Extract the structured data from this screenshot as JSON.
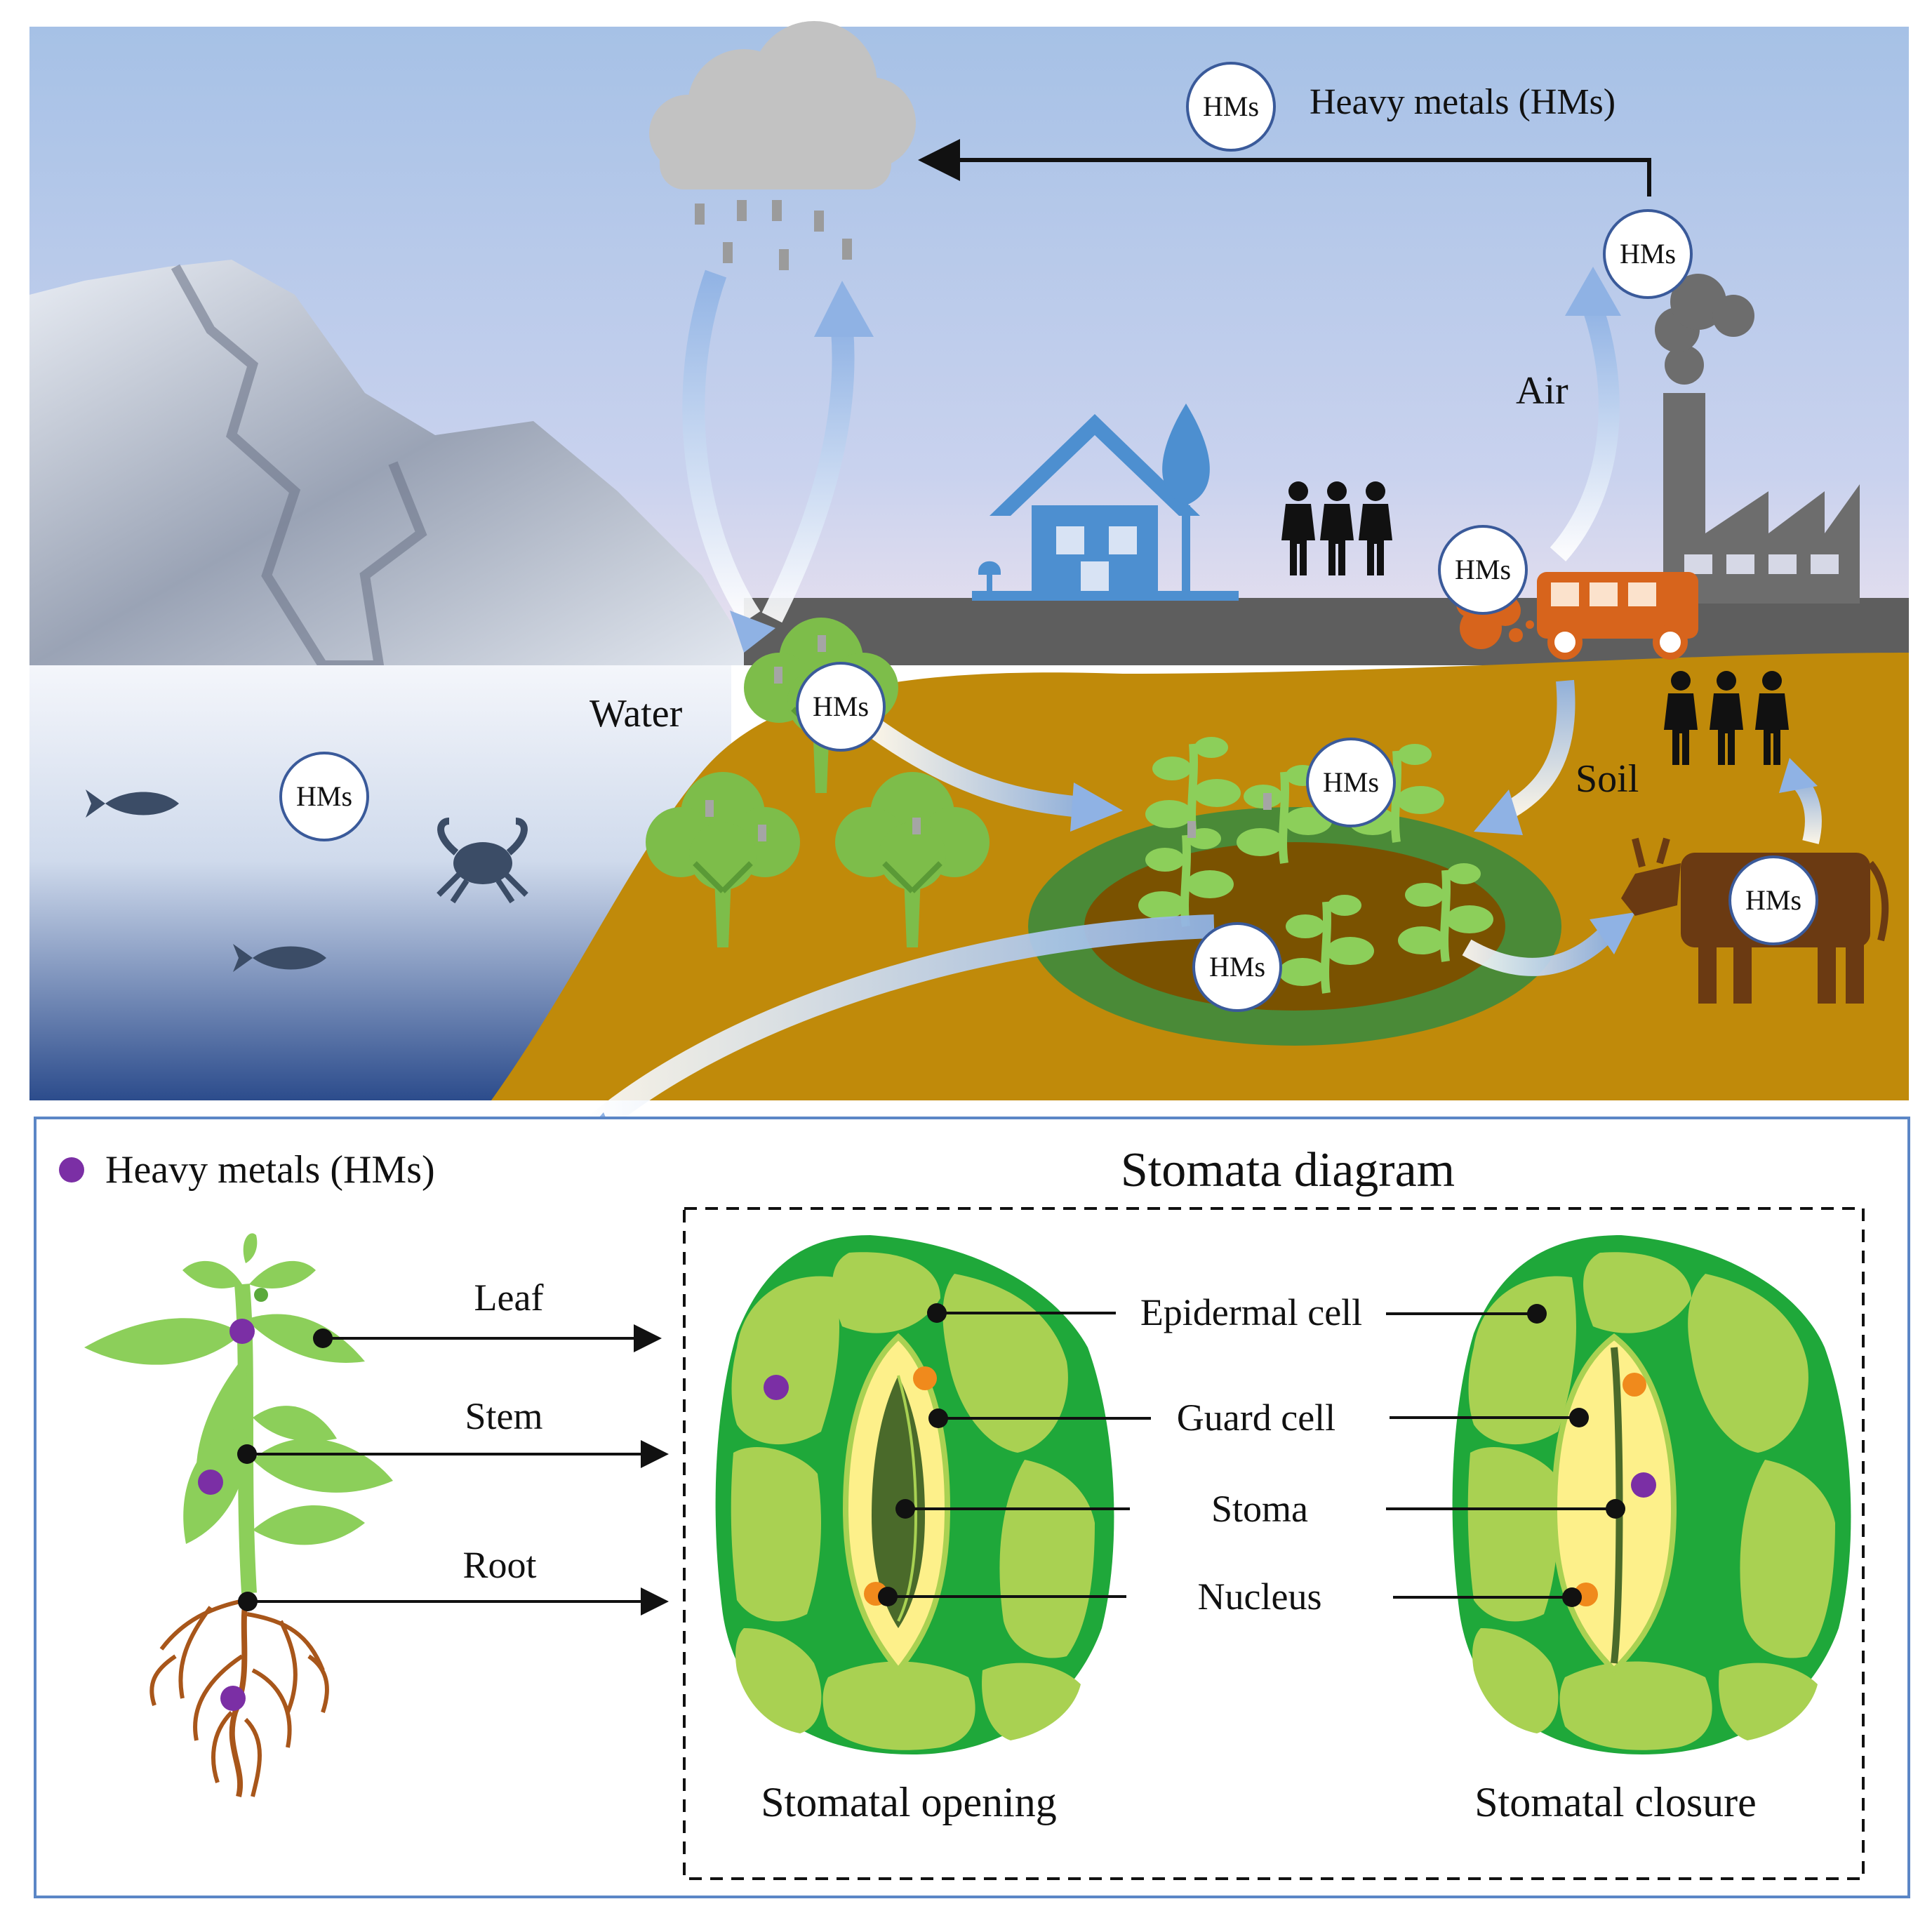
{
  "top": {
    "legend_badge": "HMs",
    "legend_text": "Heavy metals (HMs)",
    "labels": {
      "air": "Air",
      "water": "Water",
      "soil": "Soil"
    },
    "hms_badge": "HMs"
  },
  "bottom": {
    "legend_text": "Heavy metals (HMs)",
    "title": "Stomata diagram",
    "plant_parts": {
      "leaf": "Leaf",
      "stem": "Stem",
      "root": "Root"
    },
    "cell_parts": {
      "epidermal": "Epidermal cell",
      "guard": "Guard cell",
      "stoma": "Stoma",
      "nucleus": "Nucleus"
    },
    "captions": {
      "opening": "Stomatal opening",
      "closure": "Stomatal closure"
    }
  },
  "colors": {
    "sky_top": "#a9c4e8",
    "sky_bottom": "#e8e4f2",
    "soil": "#c08a0a",
    "water": "#2f4f8f",
    "road": "#5b5b5b",
    "house": "#4d8fd0",
    "bus": "#d7641c",
    "cow": "#6b3a12",
    "cell_green": "#a9d152",
    "cell_border": "#1fa83a",
    "guard_yellow": "#fdf08a",
    "hm_purple": "#7b2fa5",
    "nucleus_orange": "#f08a1c"
  }
}
